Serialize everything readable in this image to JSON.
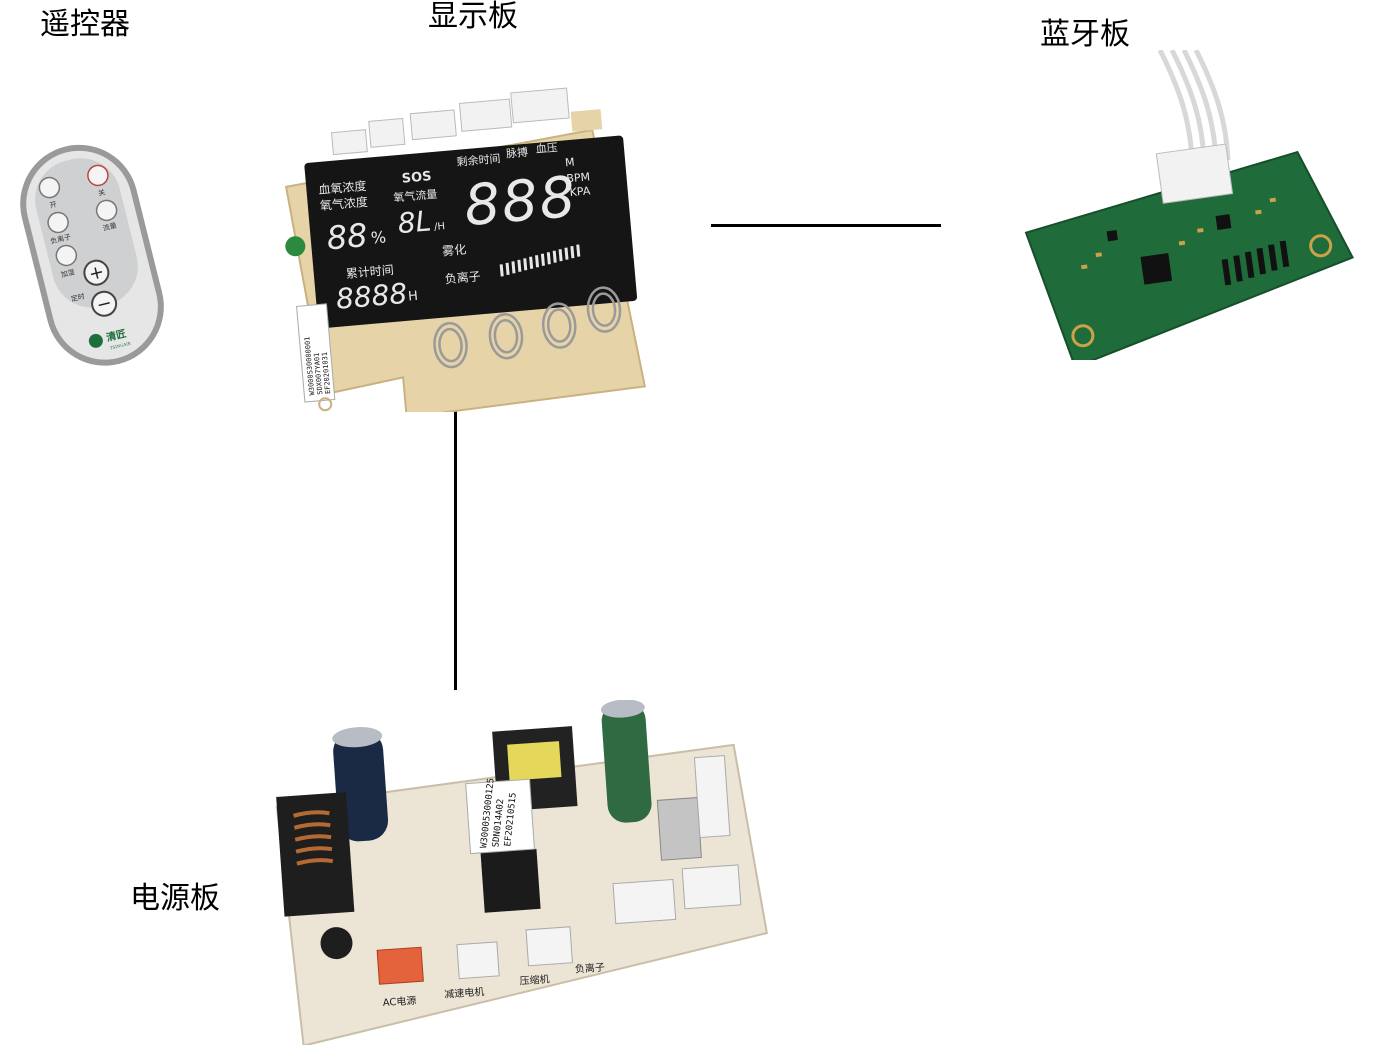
{
  "labels": {
    "remote": "遥控器",
    "display_board": "显示板",
    "bluetooth_board": "蓝牙板",
    "power_board": "电源板"
  },
  "remote_control": {
    "buttons": [
      "开",
      "关",
      "负离子",
      "流量",
      "加湿",
      "定时"
    ],
    "brand": "清匠",
    "brand_sub": "TSINGAIR"
  },
  "display_panel": {
    "row1_left": "血氧浓度",
    "row1_left2": "氧气浓度",
    "sos": "SOS",
    "remaining": "剩余时间",
    "pulse": "脉搏",
    "pressure": "血压",
    "flow": "氧气流量",
    "big_digits": "888",
    "unit_m": "M",
    "unit_bpm": "BPM",
    "unit_kpa": "KPA",
    "pct_digits": "88",
    "pct": "%",
    "flow_digits": "8L",
    "flow_unit": "/H",
    "cumulative": "累计时间",
    "atomize": "雾化",
    "hours_digits": "8888",
    "hours_unit": "H",
    "anion": "负离子",
    "sticker": [
      "W3000S30000001",
      "SDX007YA01",
      "EF20201031"
    ]
  },
  "power_panel": {
    "sticker": [
      "W300053000125",
      "SDN014A02",
      "EF20210515"
    ],
    "ac_label": "AC电源",
    "motor_label": "减速电机",
    "compressor_label": "压缩机",
    "anion_label": "负离子"
  },
  "colors": {
    "pcb_green": "#1f6b3a",
    "pcb_tan": "#e9dcc0",
    "lcd_black": "#151515",
    "connector_white": "#f2f2f2"
  }
}
